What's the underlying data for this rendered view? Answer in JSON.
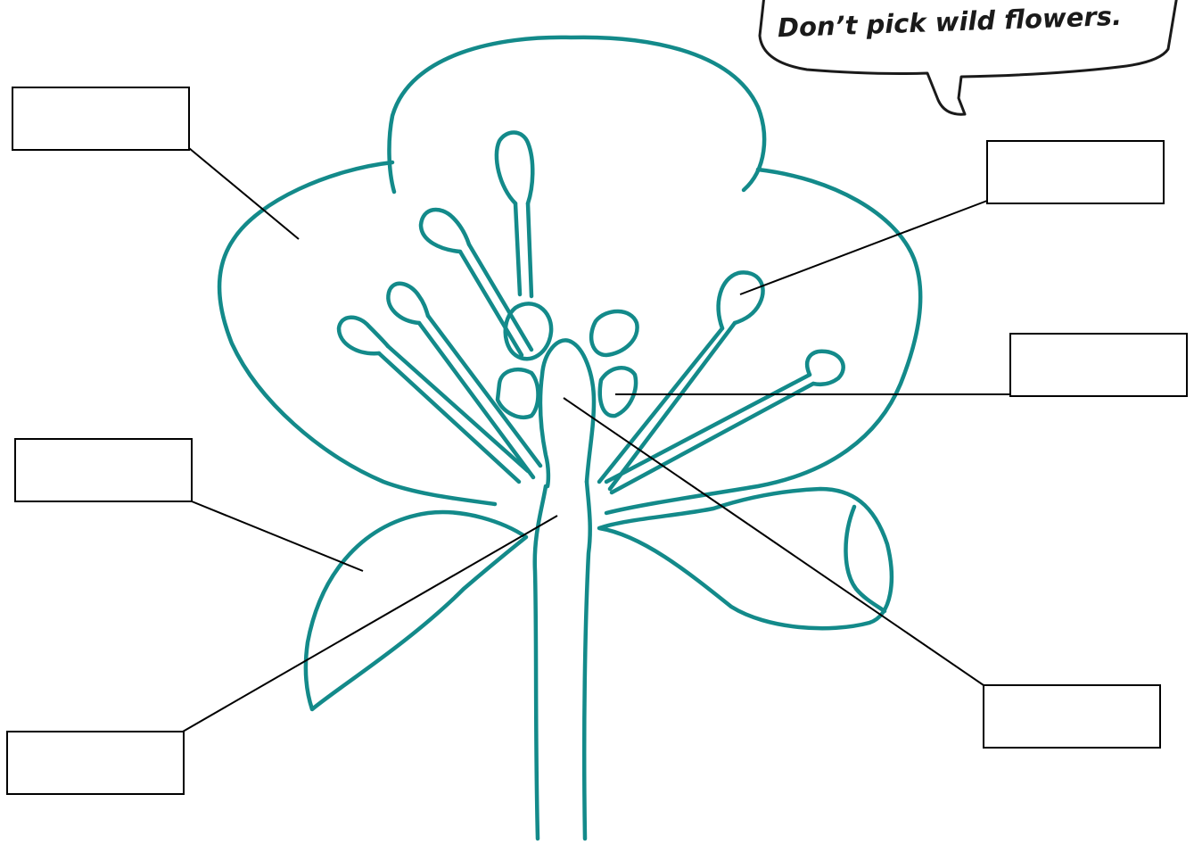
{
  "speech_bubble": {
    "text": "Don’t pick wild flowers."
  },
  "colors": {
    "flower_outline": "#138a8a",
    "leader_line": "#000000",
    "label_box_border": "#000000"
  },
  "label_boxes": [
    {
      "id": "label-box-top-left",
      "text": ""
    },
    {
      "id": "label-box-middle-left",
      "text": ""
    },
    {
      "id": "label-box-bottom-left",
      "text": ""
    },
    {
      "id": "label-box-top-right",
      "text": ""
    },
    {
      "id": "label-box-middle-right",
      "text": ""
    },
    {
      "id": "label-box-bottom-right",
      "text": ""
    }
  ]
}
